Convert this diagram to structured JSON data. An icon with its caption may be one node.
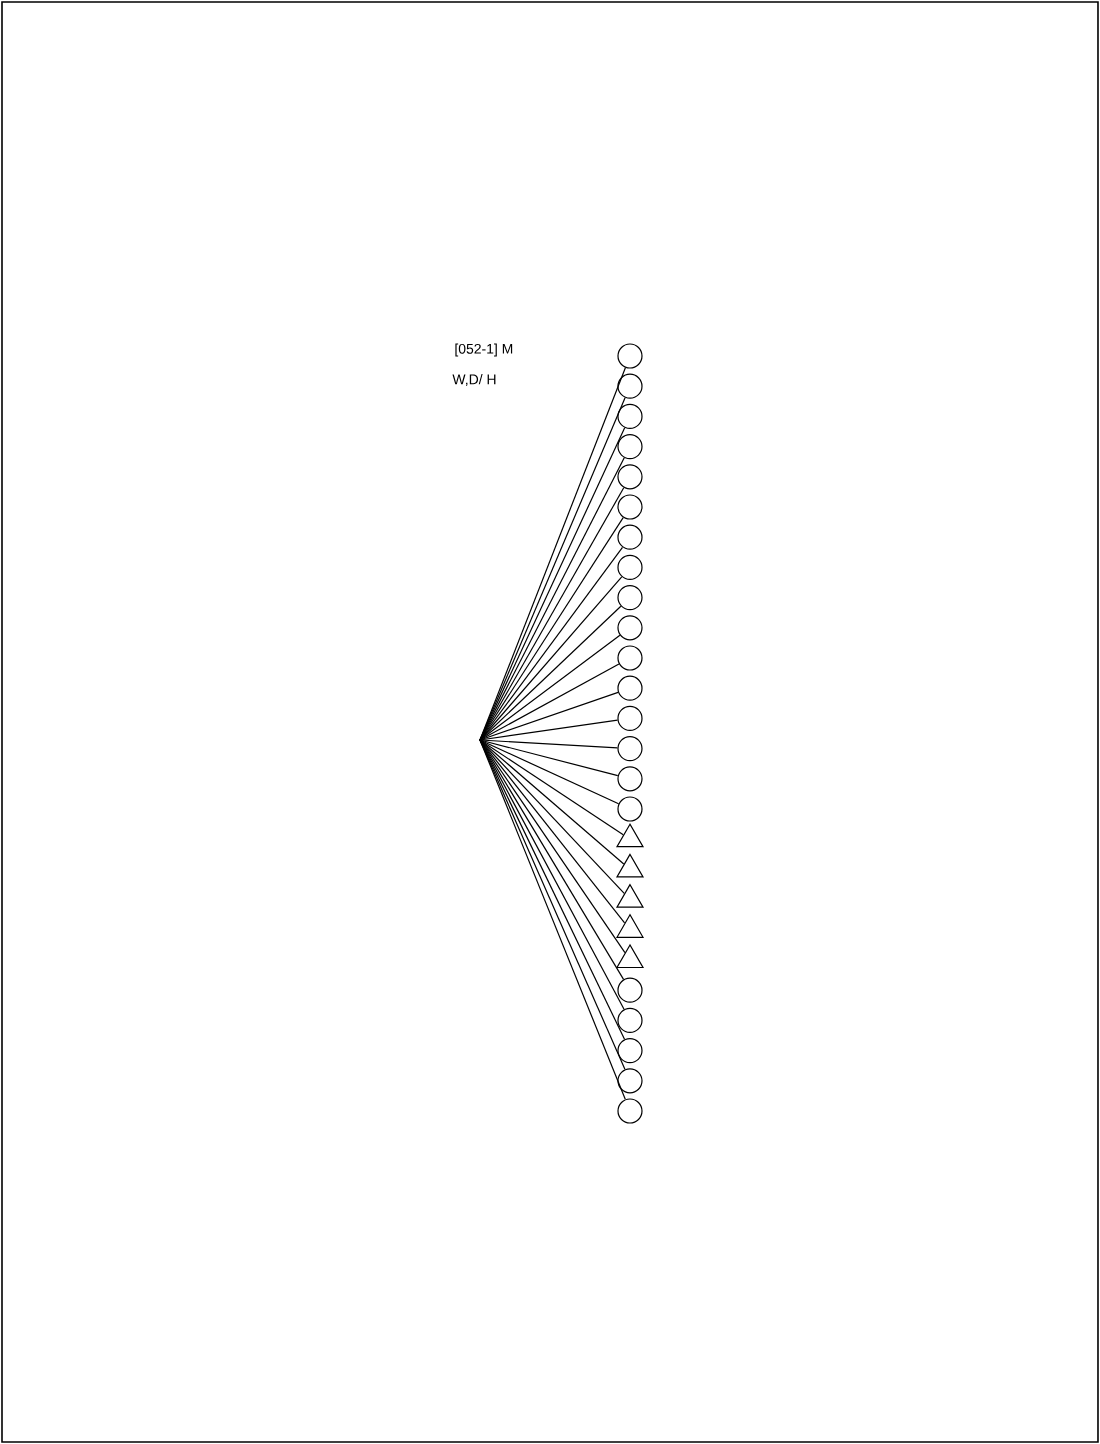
{
  "diagram": {
    "nodes": [
      {
        "text": [],
        "shape": "circle"
      },
      {
        "text": [],
        "shape": "circle"
      },
      {
        "text": [],
        "shape": "circle"
      },
      {
        "text": [],
        "shape": "circle"
      },
      {
        "text": [],
        "shape": "circle"
      },
      {
        "text": [],
        "shape": "circle"
      },
      {
        "text": [],
        "shape": "circle"
      },
      {
        "text": [],
        "shape": "circle"
      },
      {
        "text": [],
        "shape": "circle"
      },
      {
        "text": [],
        "shape": "circle"
      },
      {
        "text": [],
        "shape": "circle"
      },
      {
        "text": [],
        "shape": "circle"
      },
      {
        "text": [],
        "shape": "circle"
      },
      {
        "text": [],
        "shape": "circle"
      },
      {
        "text": [],
        "shape": "circle"
      },
      {
        "text": [],
        "shape": "circle"
      },
      {
        "text": [],
        "shape": "triangle"
      },
      {
        "text": [],
        "shape": "triangle"
      },
      {
        "text": [],
        "shape": "triangle"
      },
      {
        "text": [],
        "shape": "triangle"
      },
      {
        "text": [],
        "shape": "triangle"
      },
      {
        "text": [],
        "shape": "circle"
      },
      {
        "text": [],
        "shape": "circle"
      },
      {
        "text": [],
        "shape": "circle"
      },
      {
        "text": [],
        "shape": "circle"
      },
      {
        "text": [],
        "shape": "circle"
      }
    ],
    "edges": [
      {
        "from": null,
        "to": 0,
        "arrow": "none"
      },
      {
        "from": null,
        "to": 1,
        "arrow": "none"
      },
      {
        "from": null,
        "to": 2,
        "arrow": "none"
      },
      {
        "from": null,
        "to": 3,
        "arrow": "none"
      },
      {
        "from": null,
        "to": 4,
        "arrow": "none"
      },
      {
        "from": null,
        "to": 5,
        "arrow": "none"
      },
      {
        "from": null,
        "to": 6,
        "arrow": "none"
      },
      {
        "from": null,
        "to": 7,
        "arrow": "none"
      },
      {
        "from": null,
        "to": 8,
        "arrow": "none"
      },
      {
        "from": null,
        "to": 9,
        "arrow": "none"
      },
      {
        "from": null,
        "to": 10,
        "arrow": "none"
      },
      {
        "from": null,
        "to": 11,
        "arrow": "none"
      },
      {
        "from": null,
        "to": 12,
        "arrow": "none"
      },
      {
        "from": null,
        "to": 13,
        "arrow": "none"
      },
      {
        "from": null,
        "to": 14,
        "arrow": "none"
      },
      {
        "from": null,
        "to": 15,
        "arrow": "none"
      },
      {
        "from": null,
        "to": 16,
        "arrow": "none"
      },
      {
        "from": null,
        "to": 17,
        "arrow": "none"
      },
      {
        "from": null,
        "to": 18,
        "arrow": "none"
      },
      {
        "from": null,
        "to": 19,
        "arrow": "none"
      },
      {
        "from": null,
        "to": 20,
        "arrow": "none"
      },
      {
        "from": null,
        "to": 21,
        "arrow": "none"
      },
      {
        "from": null,
        "to": 22,
        "arrow": "none"
      },
      {
        "from": null,
        "to": 23,
        "arrow": "none"
      },
      {
        "from": null,
        "to": 24,
        "arrow": "none"
      },
      {
        "from": null,
        "to": 25,
        "arrow": "none"
      }
    ],
    "labels": [
      "[052-1] M",
      "W,D/ H"
    ]
  }
}
